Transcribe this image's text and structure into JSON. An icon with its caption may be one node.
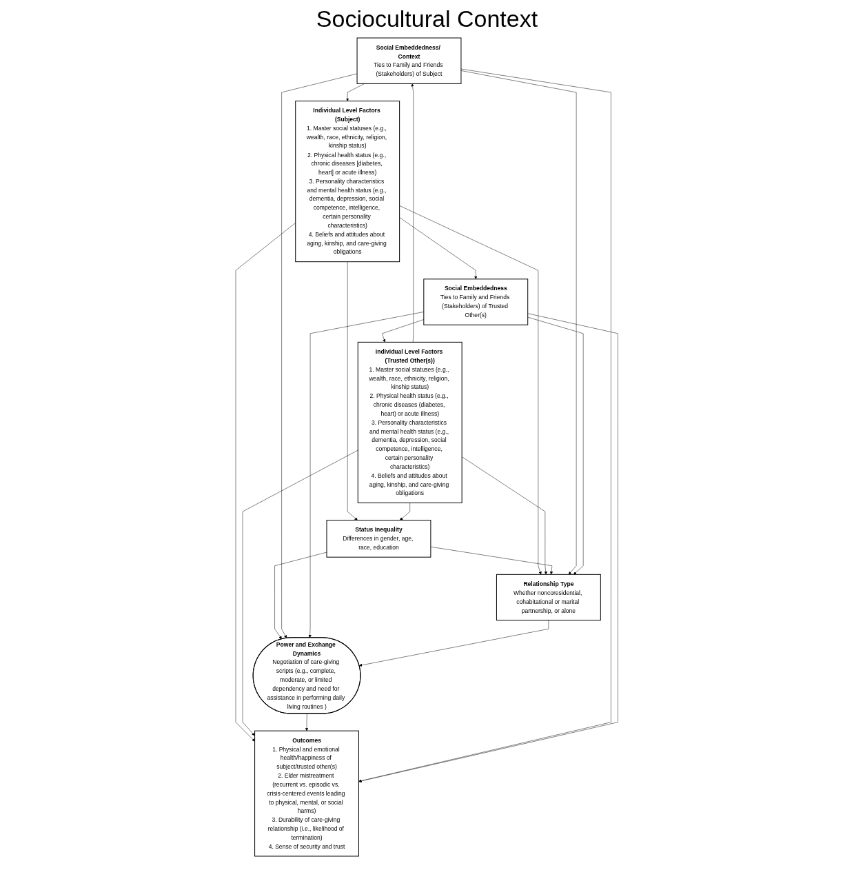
{
  "diagram": {
    "title": "Sociocultural Context",
    "nodes": [
      {
        "text": [
          "Social Embeddedness/ Context",
          "Ties to Family and Friends (Stakeholders) of Subject"
        ]
      },
      {
        "text": [
          "Social Embeddedness",
          "Ties to Family and Friends (Stakeholders) of Trusted Other(s)"
        ]
      },
      {
        "text": [
          "Individual Level Factors (Subject)",
          "1. Master social statuses (e.g., wealth, race, ethnicity, religion, kinship status)",
          "2. Physical health status (e.g., chronic diseases [diabetes, heart] or acute illness)",
          "3. Personality characteristics and mental health status (e.g., dementia, depression, social competence, intelligence, certain personality characteristics)",
          "4. Beliefs and attitudes about aging, kinship, and care-giving obligations"
        ]
      },
      {
        "text": [
          "Status Inequality",
          "Differences in gender, age, race, education"
        ]
      },
      {
        "text": [
          "Individual Level Factors (Trusted Other(s))",
          "1. Master social statuses (e.g., wealth, race, ethnicity, religion, kinship status)",
          "2. Physical health status (e.g., chronic diseases (diabetes, heart) or acute illness)",
          "3. Personality characteristics and mental health status (e.g., dementia, depression, social competence, intelligence, certain personality characteristics)",
          "4. Beliefs and attitudes about aging, kinship, and care-giving obligations"
        ]
      },
      {
        "text": [
          "Relationship Type",
          "Whether noncoresidential, cohabitational or marital partnership, or alone"
        ]
      },
      {
        "text": [
          "Power and Exchange Dynamics",
          "Negotiation of care-giving scripts (e.g., complete, moderate, or limited dependency and need for assistance in performing daily living routines )"
        ]
      },
      {
        "text": [
          "Outcomes",
          "1. Physical and emotional health/happiness of subject/trusted other(s)",
          "2. Elder mistreatment (recurrent vs. episodic vs. crisis-centered events leading to physical, mental, or social harms)",
          "3. Durability of care-giving relationship (i.e., likelihood of termination)",
          "4. Sense of security and trust"
        ]
      }
    ],
    "edges": [
      {
        "from": 0,
        "to": 2,
        "arrow": "to"
      },
      {
        "from": 1,
        "to": 4,
        "arrow": "to"
      },
      {
        "from": 2,
        "to": 1,
        "arrow": "to"
      },
      {
        "from": 4,
        "to": 0,
        "arrow": "to"
      },
      {
        "from": 2,
        "to": 3,
        "arrow": "to"
      },
      {
        "from": 4,
        "to": 3,
        "arrow": "to"
      },
      {
        "from": 2,
        "to": 5,
        "arrow": "to"
      },
      {
        "from": 4,
        "to": 5,
        "arrow": "to"
      },
      {
        "from": 3,
        "to": 5,
        "arrow": "to"
      },
      {
        "from": 3,
        "to": 6,
        "arrow": "to"
      },
      {
        "from": 0,
        "to": 5,
        "arrow": "to"
      },
      {
        "from": 1,
        "to": 5,
        "arrow": "to"
      },
      {
        "from": 0,
        "to": 6,
        "arrow": "to"
      },
      {
        "from": 1,
        "to": 6,
        "arrow": "to"
      },
      {
        "from": 5,
        "to": 6,
        "arrow": "to"
      },
      {
        "from": 2,
        "to": 7,
        "arrow": "to"
      },
      {
        "from": 4,
        "to": 7,
        "arrow": "to"
      },
      {
        "from": 6,
        "to": 7,
        "arrow": "to"
      },
      {
        "from": 0,
        "to": 7,
        "arrow": "to"
      },
      {
        "from": 1,
        "to": 7,
        "arrow": "to"
      }
    ]
  }
}
